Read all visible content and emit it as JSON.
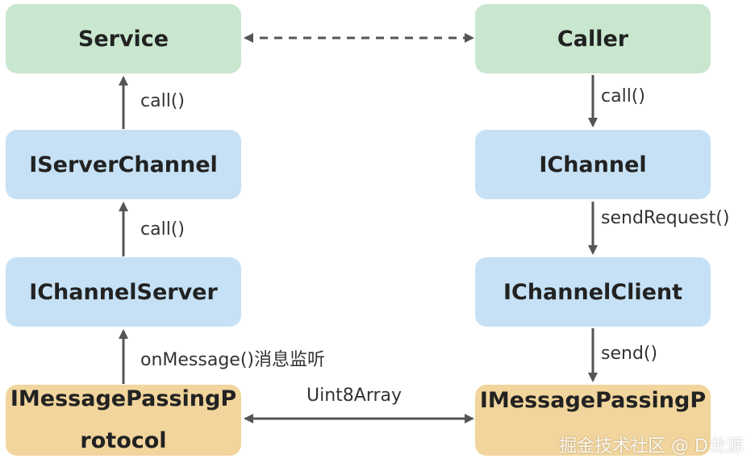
{
  "nodes": {
    "service": "Service",
    "caller": "Caller",
    "iserver_channel": "IServerChannel",
    "ichannel": "IChannel",
    "ichannel_server": "IChannelServer",
    "ichannel_client": "IChannelClient",
    "imp_left_line1": "IMessagePassingP",
    "imp_left_line2": "rotocol",
    "imp_right": "IMessagePassingP"
  },
  "edges": {
    "left_call_1": "call()",
    "left_call_2": "call()",
    "on_message": "onMessage()消息监听",
    "right_call": "call()",
    "send_request": "sendRequest()",
    "send": "send()",
    "uint8array": "Uint8Array"
  },
  "watermark": "掘金技术社区 @ D龙源",
  "colors": {
    "service_fill": "#c9e7cf",
    "channel_fill": "#c6e1f5",
    "protocol_fill": "#f1d59c",
    "arrow": "#555555"
  }
}
